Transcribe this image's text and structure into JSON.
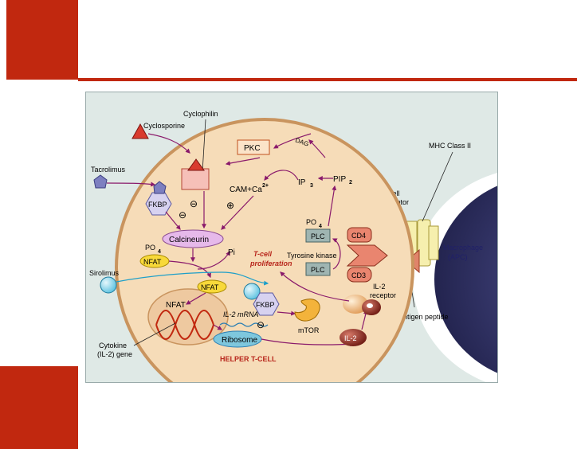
{
  "labels": {
    "cyclosporine": "Cyclosporine",
    "cyclophilin": "Cyclophilin",
    "tacrolimus": "Tacrolimus",
    "fkbp": "FKBP",
    "pkc": "PKC",
    "dag": "DAG",
    "cam_ca": "CAM+Ca",
    "ca_sup": "2+",
    "ip": "IP",
    "ip_sub": "3",
    "pip": "PIP",
    "pip_sub": "2",
    "calcineurin": "Calcineurin",
    "po": "PO",
    "po_sub": "4",
    "nfat": "NFAT",
    "pi": "Pi",
    "tcell_prolif_1": "T-cell",
    "tcell_prolif_2": "proliferation",
    "plc": "PLC",
    "tyrosine_kinase": "Tyrosine kinase",
    "cd4": "CD4",
    "cd3": "CD3",
    "sirolimus": "Sirolimus",
    "il2_mrna": "IL-2 mRNA",
    "ribosome": "Ribosome",
    "mtor": "mTOR",
    "il2": "IL-2",
    "il2_receptor_1": "IL-2",
    "il2_receptor_2": "receptor",
    "cytokine_1": "Cytokine",
    "cytokine_2": "(IL-2) gene",
    "helper_tcell": "HELPER T-CELL",
    "mhc": "MHC Class II",
    "tcell_receptor_1": "T-cell",
    "tcell_receptor_2": "receptor",
    "macrophage_1": "Macrophage",
    "macrophage_2": "(APC)",
    "antigen_peptide": "Antigen peptide",
    "minus": "⊖",
    "plus": "⊕"
  },
  "colors": {
    "accent": "#c1280f",
    "cell_fill": "#f6dcb8",
    "cell_border": "#c9945e",
    "arrow": "#8a1a6b",
    "sirolimus_line": "#1d9fc9",
    "macrophage": "#2e2f6b"
  }
}
